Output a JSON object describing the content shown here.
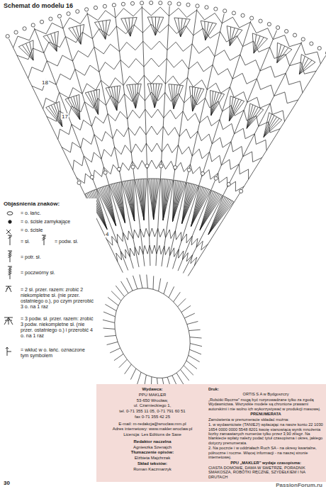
{
  "diagram": {
    "title": "Schemat do modelu 16",
    "labels": [
      "18",
      "17",
      "4",
      "Objaśnienia znaków:",
      "Wydawca:",
      "PPU MAKLER",
      "53-650 Wrocław,",
      "ul. Czarnieckiego 1,",
      "tel. 0-71 355 11 05, 0-71 791 60 51",
      "fax 0-71 355 42 25",
      "E-mail: m-redakcja@wroclaw.mm.pl",
      "Adres internetowy: www.makler.wroclaw.pl",
      "Licencja: Les Editions de Saxe",
      "Redaktor naczelna",
      "Agnieszka Szenajch",
      "Tłumaczenie opisów:",
      "Elżbieta Majchrzak",
      "Skład tekstów:",
      "Roman Kaczmarzyk",
      "Druk:",
      "ORTIS S A w Bydgoszczy",
      "„Robótki Ręczne” mogą być rozprowadzane tylko za zgodą Wydawnictwa. Wszystkie modele są chronione prawami autorskimi i nie wolno ich wykorzystywać w produkcji masowej.",
      "PRENUMERATA",
      "Zamówienia w prenumeracie składać można:",
      "1. w wydawnictwie (TANIEJ!) wpłacając na nasze konto 22 1030 1654 0000 0000 5548 8201 kwotę stanowiącą wynik mnożenia liczby zamawianych numerów tylko przez 3,90 zł/egz. Na blankiecie wpłaty należy podać tytuł czasopisma i okres, jakiego dotyczy prenumerata.",
      "2. Na poczcie i w oddziałach Ruch SA - na okresy kwartalne, półroczne i roczne. Więcej informacji - na naszej stronie internetowej.",
      "PPU „MAKLER” wydaje czasopisma:",
      "CIASTA DOMOWE, DAMA W SWETRZE, PORADNIK SMAKOSZA, ROBÓTKI RĘCZNE, SZYDEŁKIEM I NA DRUTACH",
      "30",
      "PassionForum.ru"
    ],
    "legend": [
      {
        "text": "= o. łańc."
      },
      {
        "text": "= o. ścisłe zamykające"
      },
      {
        "text": "= o. ścisłe"
      },
      {
        "text": "= sł."
      },
      {
        "text": "= podw. sł."
      },
      {
        "text": "= potr. sł."
      },
      {
        "text": "= poczwórny sł."
      },
      {
        "text": "= 2 sł. przer. razem: zrobić 2 niekompletne sł. (nie przer. ostatniego o.), po czym przerobić 3 o. na 1 raz"
      },
      {
        "text": "= 3 podw. sł. przer. razem: zrobić 3 podw. niekompletne sł. (nie przer. ostatniego o.) i przerobić 4 o. na 1 raz"
      },
      {
        "text": "= wkłuć w o. łańc. oznaczone tym symbolem"
      }
    ]
  }
}
